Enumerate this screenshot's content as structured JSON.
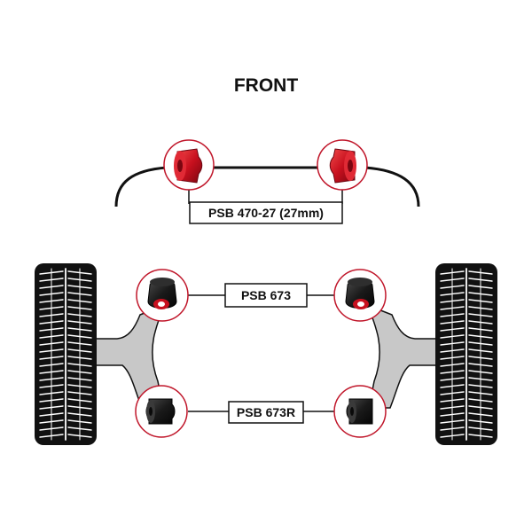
{
  "title": "FRONT",
  "labels": {
    "anti_roll_bar": "PSB 470-27 (27mm)",
    "front_wishbone": "PSB 673",
    "rear_wishbone": "PSB 673R"
  },
  "colors": {
    "bush_red": "#c8101e",
    "bush_black": "#1a1a1a",
    "circle_border": "#c0162a",
    "arm_grey": "#c8c8c8",
    "tyre_black": "#111111",
    "line": "#111111"
  },
  "icons": {
    "tyre": "tyre-icon",
    "red_bush": "red-polyurethane-bush-icon",
    "black_bush_red_insert": "black-bush-red-insert-icon",
    "black_bush": "black-bush-icon"
  }
}
